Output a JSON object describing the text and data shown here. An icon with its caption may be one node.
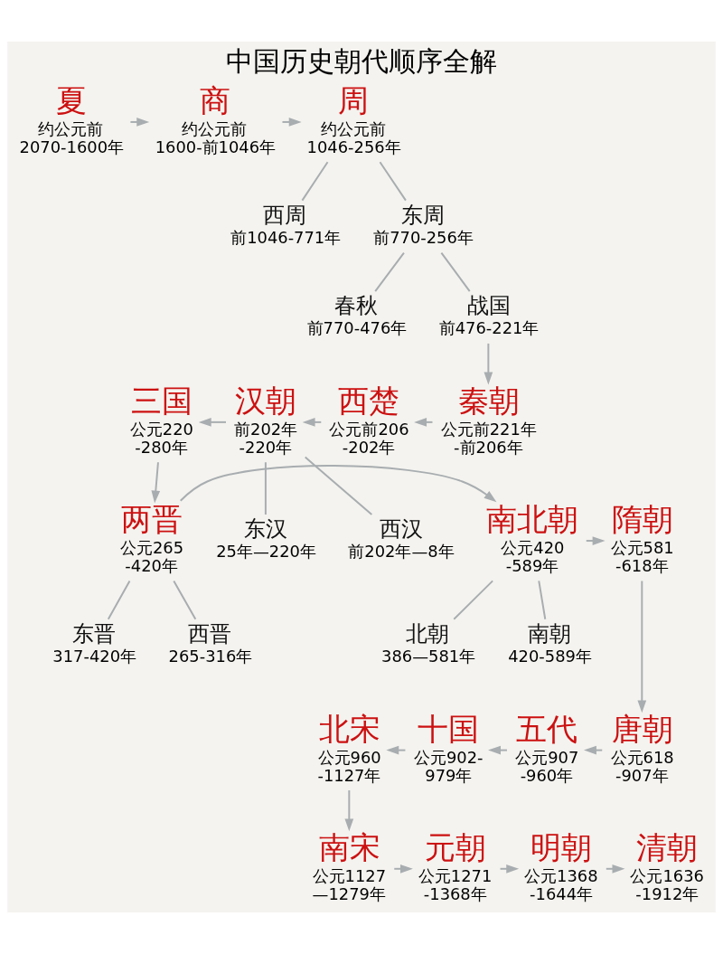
{
  "diagram": {
    "title": "中国历史朝代顺序全解",
    "nodes": [
      {
        "text": [
          "夏"
        ],
        "beside": [
          "约公元前 2070-1600年"
        ]
      },
      {
        "text": [
          "商"
        ],
        "beside": [
          "约公元前 1600-前1046年"
        ]
      },
      {
        "text": [
          "周"
        ],
        "beside": [
          "约公元前 1046-256年"
        ]
      },
      {
        "text": [
          "西周"
        ],
        "beside": [
          "前1046-771年"
        ]
      },
      {
        "text": [
          "东周"
        ],
        "beside": [
          "前770-256年"
        ]
      },
      {
        "text": [
          "春秋"
        ],
        "beside": [
          "前770-476年"
        ]
      },
      {
        "text": [
          "战国"
        ],
        "beside": [
          "前476-221年"
        ]
      },
      {
        "text": [
          "秦朝"
        ],
        "beside": [
          "公元前221年 -前206年"
        ]
      },
      {
        "text": [
          "西楚"
        ],
        "beside": [
          "公元前206 -202年"
        ]
      },
      {
        "text": [
          "汉朝"
        ],
        "beside": [
          "前202年 -220年"
        ]
      },
      {
        "text": [
          "西汉"
        ],
        "beside": [
          "前202年—8年"
        ]
      },
      {
        "text": [
          "东汉"
        ],
        "beside": [
          "25年—220年"
        ]
      },
      {
        "text": [
          "三国"
        ],
        "beside": [
          "公元220 -280年"
        ]
      },
      {
        "text": [
          "两晋"
        ],
        "beside": [
          "公元265 -420年"
        ]
      },
      {
        "text": [
          "西晋"
        ],
        "beside": [
          "265-316年"
        ]
      },
      {
        "text": [
          "东晋"
        ],
        "beside": [
          "317-420年"
        ]
      },
      {
        "text": [
          "南北朝"
        ],
        "beside": [
          "公元420 -589年"
        ]
      },
      {
        "text": [
          "南朝"
        ],
        "beside": [
          "420-589年"
        ]
      },
      {
        "text": [
          "北朝"
        ],
        "beside": [
          "386—581年"
        ]
      },
      {
        "text": [
          "隋朝"
        ],
        "beside": [
          "公元581 -618年"
        ]
      },
      {
        "text": [
          "唐朝"
        ],
        "beside": [
          "公元618 -907年"
        ]
      },
      {
        "text": [
          "五代"
        ],
        "beside": [
          "公元907 -960年"
        ]
      },
      {
        "text": [
          "十国"
        ],
        "beside": [
          "公元902- 979年"
        ]
      },
      {
        "text": [
          "北宋"
        ],
        "beside": [
          "公元960 -1127年"
        ]
      },
      {
        "text": [
          "南宋"
        ],
        "beside": [
          "公元1127 —1279年"
        ]
      },
      {
        "text": [
          "元朝"
        ],
        "beside": [
          "公元1271 -1368年"
        ]
      },
      {
        "text": [
          "明朝"
        ],
        "beside": [
          "公元1368 -1644年"
        ]
      },
      {
        "text": [
          "清朝"
        ],
        "beside": [
          "公元1636 -1912年"
        ]
      }
    ],
    "edges": [
      {
        "from": 0,
        "to": 1,
        "arrow": "to"
      },
      {
        "from": 1,
        "to": 2,
        "arrow": "to"
      },
      {
        "from": 2,
        "to": 3,
        "arrow": "none"
      },
      {
        "from": 2,
        "to": 4,
        "arrow": "none"
      },
      {
        "from": 4,
        "to": 5,
        "arrow": "none"
      },
      {
        "from": 4,
        "to": 6,
        "arrow": "none"
      },
      {
        "from": 6,
        "to": 7,
        "arrow": "to"
      },
      {
        "from": 7,
        "to": 8,
        "arrow": "to"
      },
      {
        "from": 8,
        "to": 9,
        "arrow": "to"
      },
      {
        "from": 9,
        "to": 10,
        "arrow": "none"
      },
      {
        "from": 9,
        "to": 11,
        "arrow": "none"
      },
      {
        "from": 9,
        "to": 12,
        "arrow": "to"
      },
      {
        "from": 12,
        "to": 13,
        "arrow": "to"
      },
      {
        "from": 13,
        "to": 14,
        "arrow": "none"
      },
      {
        "from": 13,
        "to": 15,
        "arrow": "none"
      },
      {
        "from": 13,
        "to": 16,
        "arrow": "to"
      },
      {
        "from": 16,
        "to": 17,
        "arrow": "none"
      },
      {
        "from": 16,
        "to": 18,
        "arrow": "none"
      },
      {
        "from": 16,
        "to": 19,
        "arrow": "to"
      },
      {
        "from": 19,
        "to": 20,
        "arrow": "to"
      },
      {
        "from": 20,
        "to": 21,
        "arrow": "to"
      },
      {
        "from": 21,
        "to": 22,
        "arrow": "to"
      },
      {
        "from": 22,
        "to": 23,
        "arrow": "to"
      },
      {
        "from": 23,
        "to": 24,
        "arrow": "to"
      },
      {
        "from": 24,
        "to": 25,
        "arrow": "to"
      },
      {
        "from": 25,
        "to": 26,
        "arrow": "to"
      },
      {
        "from": 26,
        "to": 27,
        "arrow": "to"
      }
    ]
  }
}
